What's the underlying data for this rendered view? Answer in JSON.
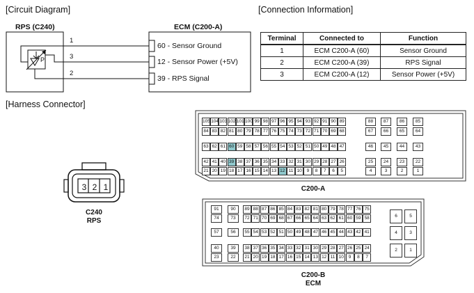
{
  "sections": {
    "circuit": "[Circuit Diagram]",
    "connection": "[Connection Information]",
    "harness": "[Harness Connector]"
  },
  "circuit": {
    "rps_title": "RPS (C240)",
    "ecm_title": "ECM (C200-A)",
    "wires": [
      {
        "rps_pin": "1",
        "ecm_label": "60 - Sensor Ground"
      },
      {
        "rps_pin": "3",
        "ecm_label": "12 - Sensor Power (+5V)"
      },
      {
        "rps_pin": "2",
        "ecm_label": "39 - RPS Signal"
      }
    ],
    "sensor_letter": "P"
  },
  "table": {
    "headers": [
      "Terminal",
      "Connected to",
      "Function"
    ],
    "rows": [
      [
        "1",
        "ECM C200-A (60)",
        "Sensor Ground"
      ],
      [
        "2",
        "ECM C200-A (39)",
        "RPS Signal"
      ],
      [
        "3",
        "ECM C200-A (12)",
        "Sensor Power (+5V)"
      ]
    ]
  },
  "rps_connector": {
    "pins": [
      "3",
      "2",
      "1"
    ],
    "caption_line1": "C240",
    "caption_line2": "RPS"
  },
  "c200a": {
    "caption": "C200-A",
    "highlight": [
      "60",
      "39",
      "12"
    ],
    "rows": [
      [
        "105",
        "104",
        "103",
        "102",
        "101",
        "100",
        "99",
        "98",
        "97",
        "96",
        "95",
        "94",
        "93",
        "92",
        "91",
        "90",
        "89"
      ],
      [
        "84",
        "83",
        "82",
        "81",
        "80",
        "79",
        "78",
        "77",
        "76",
        "75",
        "74",
        "73",
        "72",
        "71",
        "70",
        "69",
        "68"
      ],
      [
        "63",
        "62",
        "61",
        "60",
        "59",
        "58",
        "57",
        "56",
        "55",
        "54",
        "53",
        "52",
        "51",
        "50",
        "49",
        "48",
        "47"
      ],
      [
        "42",
        "41",
        "40",
        "39",
        "38",
        "37",
        "36",
        "35",
        "34",
        "33",
        "32",
        "31",
        "30",
        "29",
        "28",
        "27",
        "26"
      ],
      [
        "21",
        "20",
        "19",
        "18",
        "17",
        "16",
        "15",
        "14",
        "13",
        "12",
        "11",
        "10",
        "9",
        "8",
        "7",
        "6",
        "5"
      ]
    ],
    "right_cols": [
      [
        "88",
        "67",
        "46",
        "25",
        "4"
      ],
      [
        "87",
        "66",
        "45",
        "24",
        "3"
      ],
      [
        "86",
        "65",
        "44",
        "23",
        "2"
      ],
      [
        "85",
        "64",
        "43",
        "22",
        "1"
      ]
    ]
  },
  "c200b": {
    "caption1": "C200-B",
    "caption2": "ECM",
    "left_cols": [
      [
        "91",
        "74",
        "57",
        "40",
        "23"
      ],
      [
        "90",
        "73",
        "56",
        "39",
        "22"
      ]
    ],
    "rows": [
      [
        "89",
        "88",
        "87",
        "86",
        "85",
        "84",
        "83",
        "82",
        "81",
        "80",
        "79",
        "78",
        "77",
        "76",
        "75"
      ],
      [
        "72",
        "71",
        "70",
        "69",
        "68",
        "67",
        "66",
        "65",
        "64",
        "63",
        "62",
        "61",
        "60",
        "59",
        "58"
      ],
      [
        "55",
        "54",
        "53",
        "52",
        "51",
        "50",
        "49",
        "48",
        "47",
        "46",
        "45",
        "44",
        "43",
        "42",
        "41"
      ],
      [
        "38",
        "37",
        "36",
        "35",
        "34",
        "33",
        "32",
        "31",
        "30",
        "29",
        "28",
        "27",
        "26",
        "25",
        "24"
      ],
      [
        "21",
        "20",
        "19",
        "18",
        "17",
        "16",
        "15",
        "14",
        "13",
        "12",
        "11",
        "10",
        "9",
        "8",
        "7"
      ]
    ],
    "right_pairs": [
      [
        "6",
        "5"
      ],
      [
        "4",
        "3"
      ],
      [
        "2",
        "1"
      ]
    ]
  }
}
